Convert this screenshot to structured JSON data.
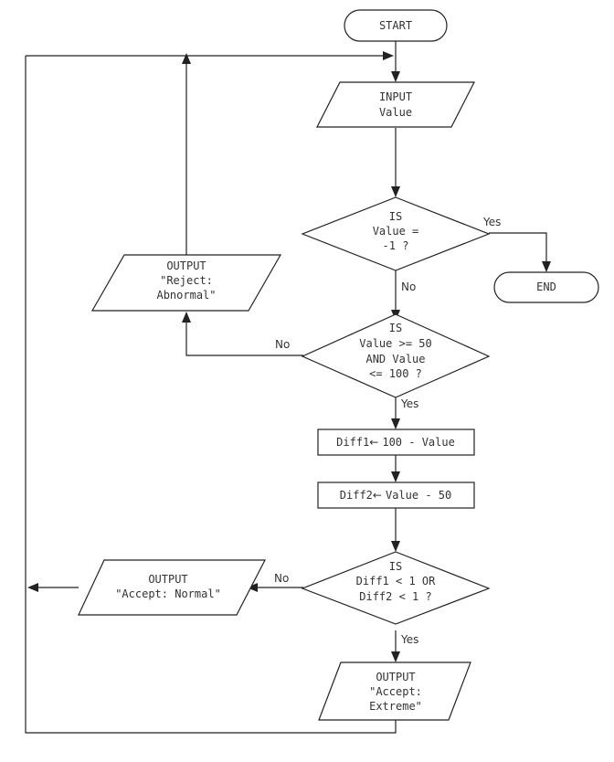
{
  "nodes": {
    "start": {
      "label": "START"
    },
    "input_value": {
      "line1": "INPUT",
      "line2": "Value"
    },
    "check_minus_one": {
      "line1": "IS",
      "line2": "Value =",
      "line3": "-1 ?"
    },
    "end": {
      "label": "END"
    },
    "reject": {
      "line1": "OUTPUT",
      "line2": "\"Reject:",
      "line3": "Abnormal\""
    },
    "check_range": {
      "line1": "IS",
      "line2": "Value >= 50",
      "line3": "AND Value",
      "line4": "<= 100 ?"
    },
    "diff1": {
      "var": "Diff1",
      "arrow": "←",
      "expr": "100 - Value"
    },
    "diff2": {
      "var": "Diff2",
      "arrow": "←",
      "expr": "Value - 50"
    },
    "check_diff": {
      "line1": "IS",
      "line2": "Diff1 < 1 OR",
      "line3": "Diff2 < 1 ?"
    },
    "accept_normal": {
      "line1": "OUTPUT",
      "line2": "\"Accept: Normal\""
    },
    "accept_extreme": {
      "line1": "OUTPUT",
      "line2": "\"Accept:",
      "line3": "Extreme\""
    }
  },
  "edges": {
    "minus_one_yes": "Yes",
    "minus_one_no": "No",
    "range_no": "No",
    "range_yes": "Yes",
    "diff_no": "No",
    "diff_yes": "Yes"
  }
}
